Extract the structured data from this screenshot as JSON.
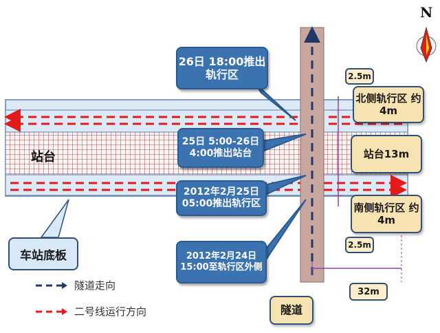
{
  "compass": {
    "label": "N"
  },
  "station": {
    "platform_label": "站台",
    "floor_label": "车站底板"
  },
  "tunnel": {
    "label": "隧道"
  },
  "callouts": {
    "c1": "26日 18:00推出 轨行区",
    "c2": "25日 5:00-26日 4:00推出站台",
    "c3": "2012年2月25日 05:00推出轨行区",
    "c4": "2012年2月24日 15:00至轨行区外侧"
  },
  "right_labels": {
    "north_track": "北侧轨行区 约4m",
    "platform": "站台13m",
    "south_track": "南侧轨行区 约4m"
  },
  "dimensions": {
    "top_gap": "2.5m",
    "bottom_gap": "2.5m",
    "offset": "32m"
  },
  "legend": {
    "tunnel_direction": "隧道走向",
    "line2_direction": "二号线运行方向"
  },
  "colors": {
    "blue_callout": "#3b73b0",
    "tan_label": "#f7e3b2",
    "track_fill": "#dce9f7",
    "platform_grid": "#8b1a1a",
    "tunnel_fill": "#c7a79f",
    "red_arrow": "#e31b1b",
    "navy_arrow": "#1f3a66",
    "dimension_line": "#8e44ad"
  }
}
